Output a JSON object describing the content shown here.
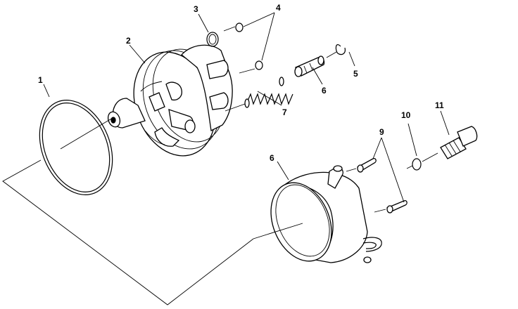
{
  "callouts": {
    "c1": "1",
    "c2": "2",
    "c3": "3",
    "c4": "4",
    "c5": "5",
    "c6a": "6",
    "c6b": "6",
    "c7": "7",
    "c9": "9",
    "c10": "10",
    "c11": "11"
  }
}
